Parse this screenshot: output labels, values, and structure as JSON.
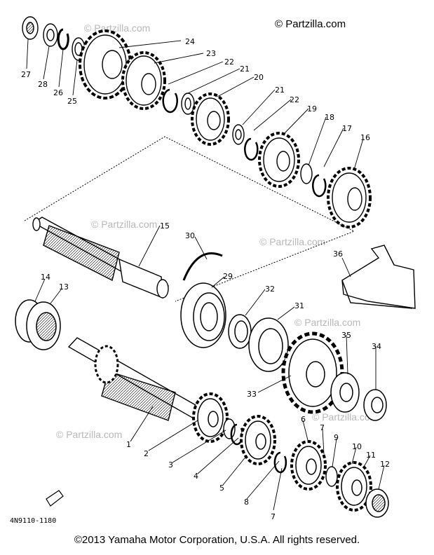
{
  "watermark": "© Partzilla.com",
  "part_code": "4N9110-1180",
  "copyright": "©2013  Yamaha Motor Corporation, U.S.A. All rights reserved.",
  "callouts": {
    "c1": "1",
    "c2": "2",
    "c3": "3",
    "c4": "4",
    "c5": "5",
    "c6": "6",
    "c7a": "7",
    "c7b": "7",
    "c8": "8",
    "c9": "9",
    "c10": "10",
    "c11": "11",
    "c12": "12",
    "c13": "13",
    "c14": "14",
    "c15": "15",
    "c16": "16",
    "c17": "17",
    "c18": "18",
    "c19": "19",
    "c20": "20",
    "c21a": "21",
    "c21b": "21",
    "c22a": "22",
    "c22b": "22",
    "c23": "23",
    "c24": "24",
    "c25": "25",
    "c26": "26",
    "c27": "27",
    "c28": "28",
    "c29": "29",
    "c30": "30",
    "c31": "31",
    "c32": "32",
    "c33": "33",
    "c34": "34",
    "c35": "35",
    "c36": "36"
  }
}
